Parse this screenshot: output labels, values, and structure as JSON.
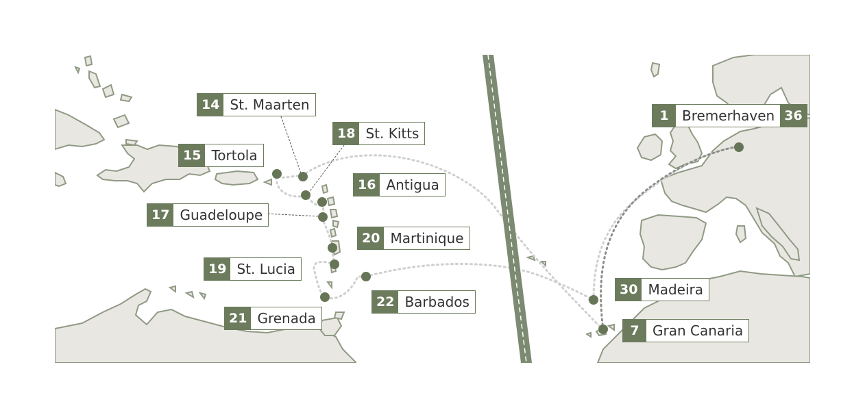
{
  "colors": {
    "land": "#e9e7e2",
    "coast": "#8f9a84",
    "route": "#cfcfcf",
    "route_dark": "#8a8f87",
    "marker": "#677557",
    "badge": "#6b7b5c",
    "divider": "#7d8a72"
  },
  "ports": [
    {
      "id": "st-maarten",
      "numbers": [
        "14"
      ],
      "name": "St. Maarten"
    },
    {
      "id": "st-kitts",
      "numbers": [
        "18"
      ],
      "name": "St. Kitts"
    },
    {
      "id": "tortola",
      "numbers": [
        "15"
      ],
      "name": "Tortola"
    },
    {
      "id": "antigua",
      "numbers": [
        "16"
      ],
      "name": "Antigua"
    },
    {
      "id": "guadeloupe",
      "numbers": [
        "17"
      ],
      "name": "Guadeloupe"
    },
    {
      "id": "martinique",
      "numbers": [
        "20"
      ],
      "name": "Martinique"
    },
    {
      "id": "st-lucia",
      "numbers": [
        "19"
      ],
      "name": "St. Lucia"
    },
    {
      "id": "barbados",
      "numbers": [
        "22"
      ],
      "name": "Barbados"
    },
    {
      "id": "grenada",
      "numbers": [
        "21"
      ],
      "name": "Grenada"
    },
    {
      "id": "bremerhaven",
      "numbers": [
        "1",
        "36"
      ],
      "name": "Bremerhaven"
    },
    {
      "id": "madeira",
      "numbers": [
        "30"
      ],
      "name": "Madeira"
    },
    {
      "id": "gran-canaria",
      "numbers": [
        "7"
      ],
      "name": "Gran Canaria"
    }
  ]
}
